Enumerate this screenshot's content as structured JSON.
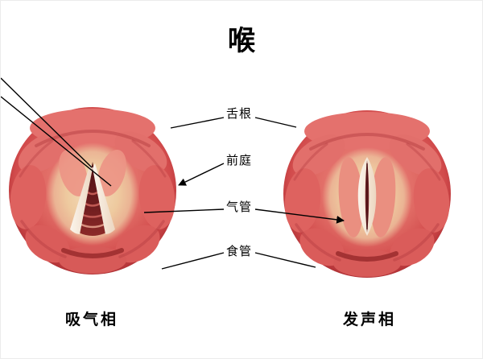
{
  "title": "喉",
  "annotations": [
    {
      "id": "tongue-root",
      "label": "舌根"
    },
    {
      "id": "vestibule",
      "label": "前庭"
    },
    {
      "id": "trachea",
      "label": "气管"
    },
    {
      "id": "esophagus",
      "label": "食管"
    }
  ],
  "figures": [
    {
      "id": "inspiration",
      "caption": "吸气相"
    },
    {
      "id": "phonation",
      "caption": "发声相"
    }
  ],
  "colors": {
    "background": "#ffffff",
    "line": "#000000",
    "text": "#000000",
    "larynx_rim": "#b03236",
    "larynx_base": "#e06a64",
    "fold_pink": "#e26f6b",
    "vestibule_cream": "#eeca9f",
    "vocal_cord_white": "#f7efe3",
    "glottis_dark": "#6f1d1f"
  }
}
